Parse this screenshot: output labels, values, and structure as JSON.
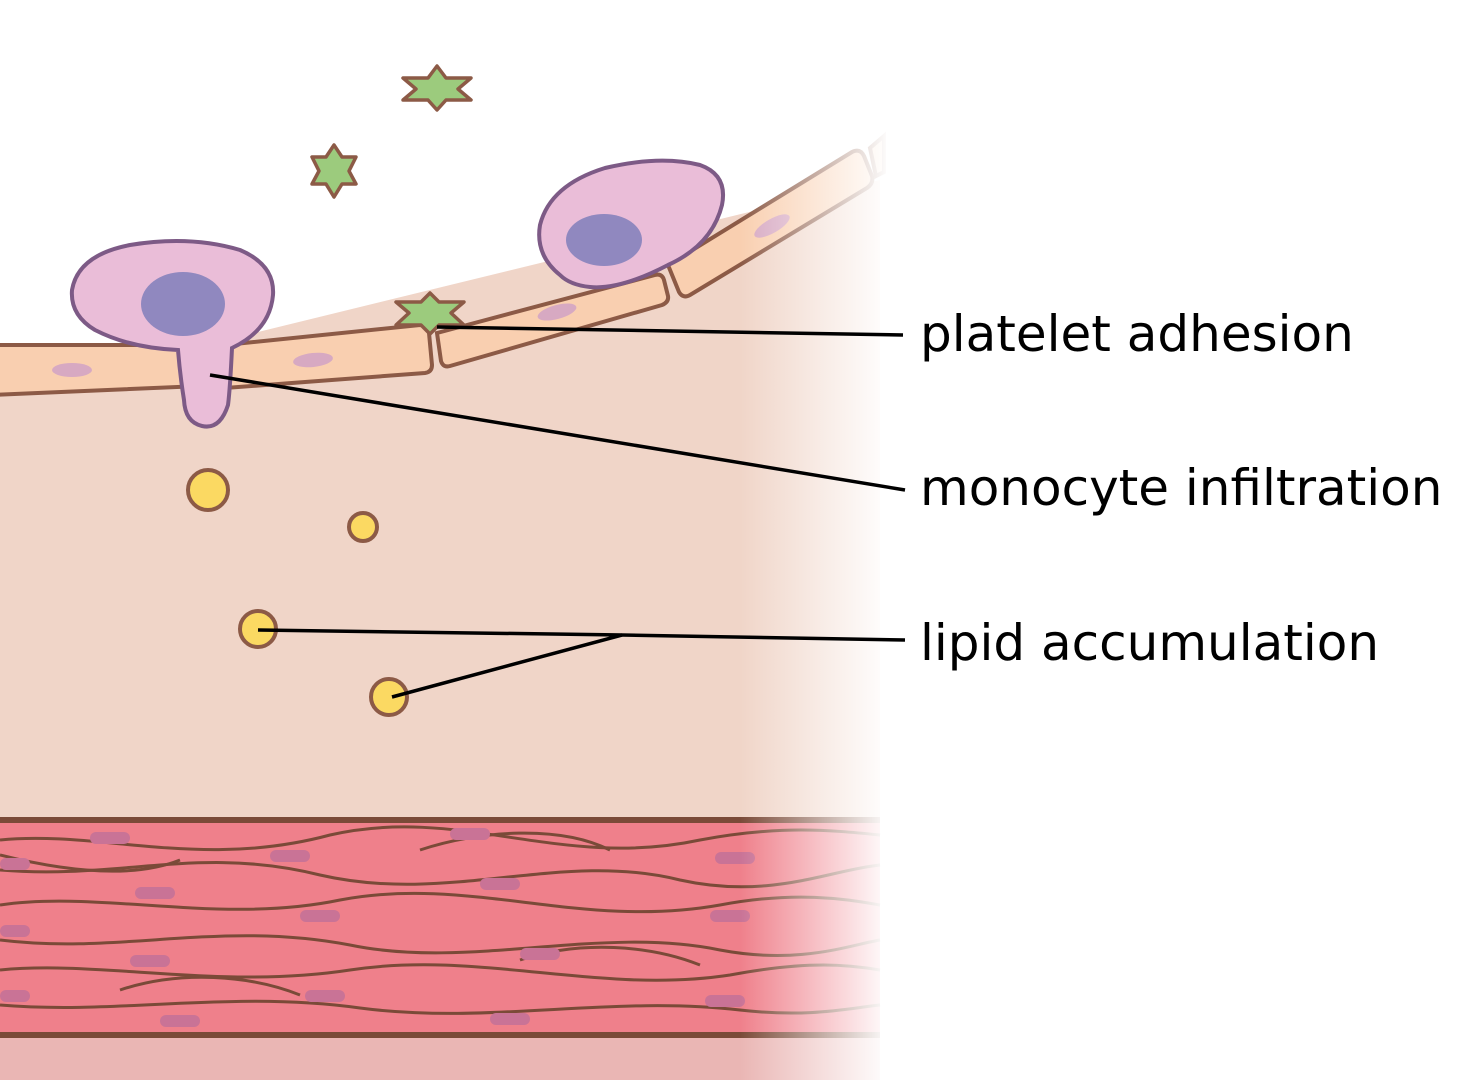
{
  "labels": {
    "platelet_adhesion": "platelet adhesion",
    "monocyte_infiltration": "monocyte infiltration",
    "lipid_accumulation": "lipid accumulation"
  },
  "colors": {
    "background": "#ffffff",
    "intima": "#f0d5c8",
    "endothelium": "#f9cfb0",
    "endothelium_nucleus": "#d7a9c2",
    "cell_outline": "#8c5a46",
    "monocyte_body": "#eabdd8",
    "monocyte_outline": "#7d5a86",
    "monocyte_nucleus": "#9088bf",
    "platelet_fill": "#9ccb7d",
    "lipid_fill": "#fbd962",
    "smooth_muscle": "#ef808b",
    "smooth_muscle_nucleus": "#c97396",
    "adventitia": "#eab6b4",
    "leader_line": "#000000"
  }
}
